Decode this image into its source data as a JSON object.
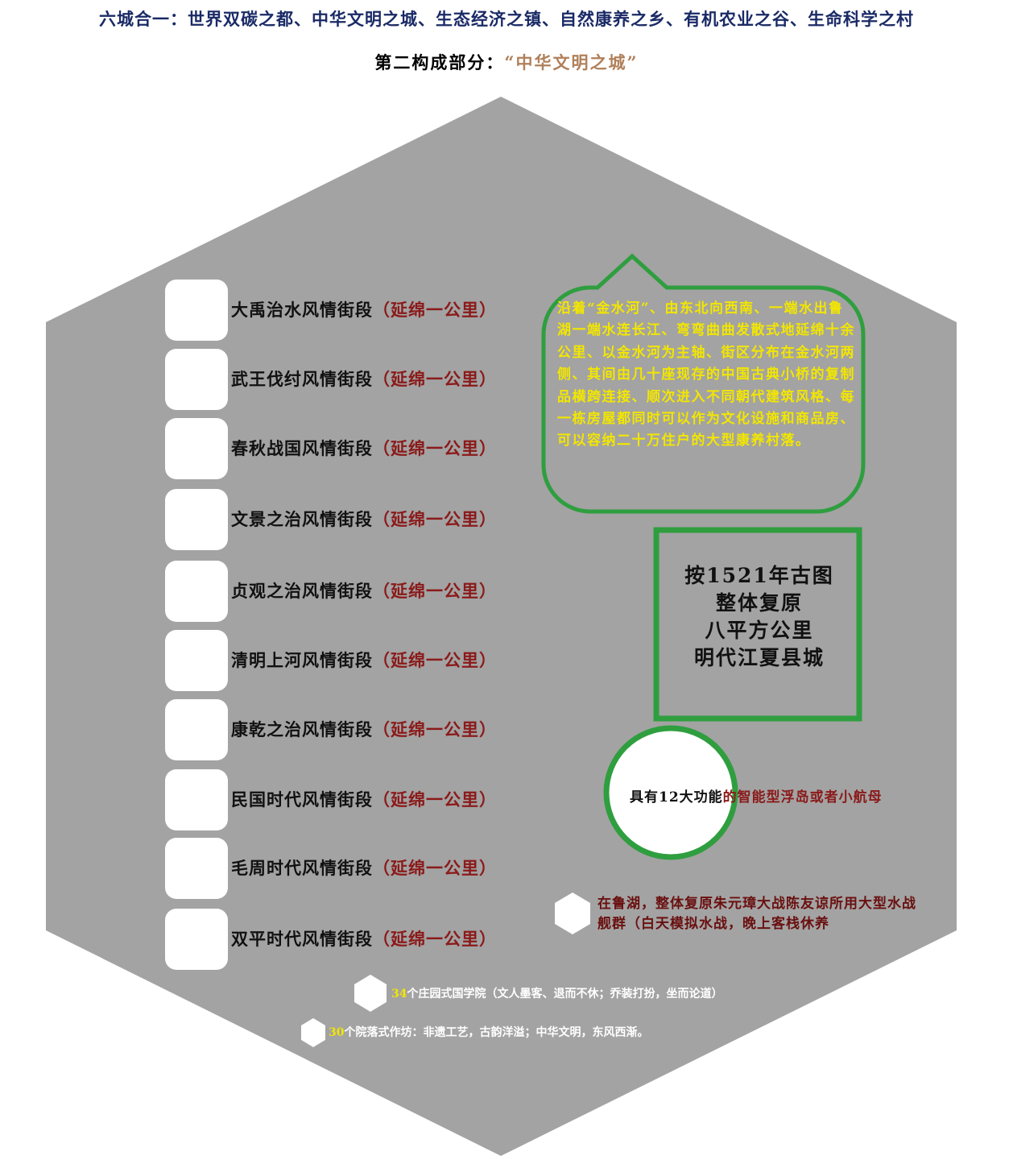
{
  "header": {
    "title": "六城合一：世界双碳之都、中华文明之城、生态经济之镇、自然康养之乡、有机农业之谷、生命科学之村",
    "subtitle_lead": "第二构成部分：",
    "subtitle_highlight": "“中华文明之城”"
  },
  "colors": {
    "hexagon_fill": "#a3a3a3",
    "green_border": "#2f9e3f",
    "bubble_text": "#f2e600",
    "dark_red": "#8b1a1a",
    "title_blue": "#1a2a66"
  },
  "streets": [
    {
      "name": "大禹治水风情街段",
      "extent": "（延绵一公里）"
    },
    {
      "name": "武王伐纣风情街段",
      "extent": "（延绵一公里）"
    },
    {
      "name": "春秋战国风情街段",
      "extent": "（延绵一公里）"
    },
    {
      "name": "文景之治风情街段",
      "extent": "（延绵一公里）"
    },
    {
      "name": "贞观之治风情街段",
      "extent": "（延绵一公里）"
    },
    {
      "name": "清明上河风情街段",
      "extent": "（延绵一公里）"
    },
    {
      "name": "康乾之治风情街段",
      "extent": "（延绵一公里）"
    },
    {
      "name": "民国时代风情街段",
      "extent": "（延绵一公里）"
    },
    {
      "name": "毛周时代风情街段",
      "extent": "（延绵一公里）"
    },
    {
      "name": "双平时代风情街段",
      "extent": "（延绵一公里）"
    }
  ],
  "bubble": {
    "text": "沿着“金水河”、由东北向西南、一端水出鲁湖一端水连长江、弯弯曲曲发散式地延绵十余公里、以金水河为主轴、街区分布在金水河两侧、其间由几十座现存的中国古典小桥的复制品横跨连接、顺次进入不同朝代建筑风格、每一栋房屋都同时可以作为文化设施和商品房、可以容纳二十万住户的大型康养村落。"
  },
  "restoration": {
    "line1": "按1521年古图",
    "line2": "整体复原",
    "line3": "八平方公里",
    "line4": "明代江夏县城"
  },
  "island": {
    "part1": "具有12大功能",
    "part2": "的智能型浮岛或者小航母"
  },
  "fleet": {
    "text": "在鲁湖，整体复原朱元璋大战陈友谅所用大型水战舰群（白天模拟水战，晚上客栈休养"
  },
  "academy": {
    "count": "34",
    "text": "个庄园式国学院（文人墨客、退而不休；乔装打扮，坐而论道）"
  },
  "workshop": {
    "count": "30",
    "text": "个院落式作坊：非遗工艺，古韵洋溢；中华文明，东风西渐。"
  }
}
